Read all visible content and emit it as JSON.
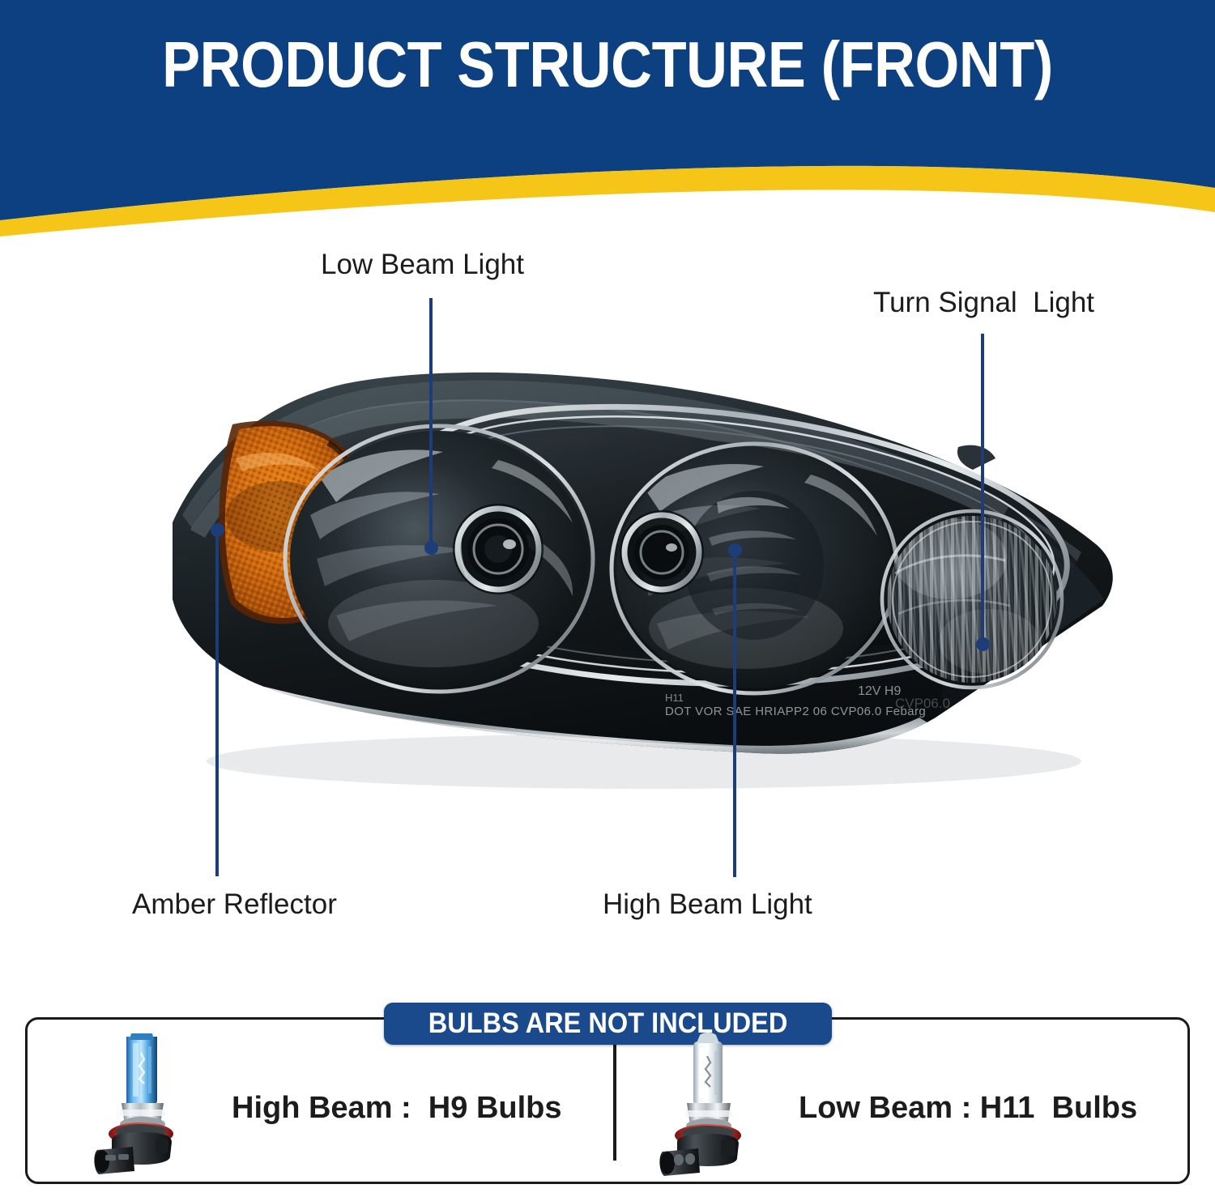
{
  "header": {
    "title": "PRODUCT STRUCTURE (FRONT)",
    "bg_color": "#0d4080",
    "accent_color": "#f5c518",
    "title_color": "#ffffff"
  },
  "callouts": [
    {
      "id": "low-beam",
      "label": "Low Beam Light",
      "leader_color": "#1d3d79"
    },
    {
      "id": "turn",
      "label": "Turn Signal  Light",
      "leader_color": "#1d3d79"
    },
    {
      "id": "amber",
      "label": "Amber Reflector",
      "leader_color": "#1d3d79"
    },
    {
      "id": "high-beam",
      "label": "High Beam Light",
      "leader_color": "#1d3d79"
    }
  ],
  "product": {
    "type": "headlight-assembly",
    "housing_color": "#1b2326",
    "reflector_color": "#c8630f",
    "chrome_color": "#d8dde0",
    "lens_markings": {
      "line1": "H11",
      "line2": "DOT VOR SAE HRIAPP2 06 CVP06.0 Febarg",
      "line3": "12V H9"
    }
  },
  "bulbs_section": {
    "badge": "BULBS ARE NOT INCLUDED",
    "badge_bg": "#1b4a8c",
    "badge_text_color": "#ffffff",
    "border_color": "#1a1a1a",
    "items": [
      {
        "id": "high-beam-bulb",
        "caption": "High Beam :  H9 Bulbs",
        "glass": "blue",
        "glass_color": "#3d9ae8"
      },
      {
        "id": "low-beam-bulb",
        "caption": "Low Beam : H11  Bulbs",
        "glass": "clear",
        "glass_color": "#e8eef2"
      }
    ]
  }
}
